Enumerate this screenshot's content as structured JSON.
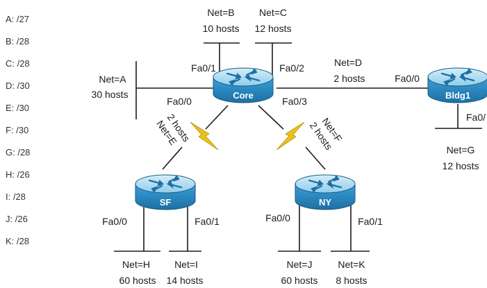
{
  "prefixes": [
    {
      "label": "A: /27"
    },
    {
      "label": "B: /28"
    },
    {
      "label": "C: /28"
    },
    {
      "label": "D: /30"
    },
    {
      "label": "E: /30"
    },
    {
      "label": "F: /30"
    },
    {
      "label": "G: /28"
    },
    {
      "label": "H: /26"
    },
    {
      "label": "I: /28"
    },
    {
      "label": "J: /26"
    },
    {
      "label": "K: /28"
    }
  ],
  "routers": {
    "core": "Core",
    "bldg1": "Bldg1",
    "sf": "SF",
    "ny": "NY"
  },
  "networks": {
    "a": {
      "name": "Net=A",
      "hosts": "30 hosts"
    },
    "b": {
      "name": "Net=B",
      "hosts": "10 hosts"
    },
    "c": {
      "name": "Net=C",
      "hosts": "12 hosts"
    },
    "d": {
      "name": "Net=D",
      "hosts": "2 hosts"
    },
    "e": {
      "name": "Net=E",
      "hosts": "2 hosts"
    },
    "f": {
      "name": "Net=F",
      "hosts": "2 hosts"
    },
    "g": {
      "name": "Net=G",
      "hosts": "12 hosts"
    },
    "h": {
      "name": "Net=H",
      "hosts": "60 hosts"
    },
    "i": {
      "name": "Net=I",
      "hosts": "14 hosts"
    },
    "j": {
      "name": "Net=J",
      "hosts": "60 hosts"
    },
    "k": {
      "name": "Net=K",
      "hosts": "8 hosts"
    }
  },
  "interfaces": {
    "core_fa00": "Fa0/0",
    "core_fa01": "Fa0/1",
    "core_fa02": "Fa0/2",
    "core_fa03": "Fa0/3",
    "bldg1_fa00": "Fa0/0",
    "bldg1_fa0": "Fa0/",
    "sf_fa00": "Fa0/0",
    "sf_fa01": "Fa0/1",
    "ny_fa00": "Fa0/0",
    "ny_fa01": "Fa0/1"
  },
  "colors": {
    "router_top": "#a9dcf2",
    "router_body": "#2a8fca",
    "router_side": "#1d6fa3",
    "serial_link": "#e8c21a",
    "line": "#1a1a1a"
  },
  "icons": {
    "router": "router-icon",
    "serial": "serial-link-icon"
  }
}
